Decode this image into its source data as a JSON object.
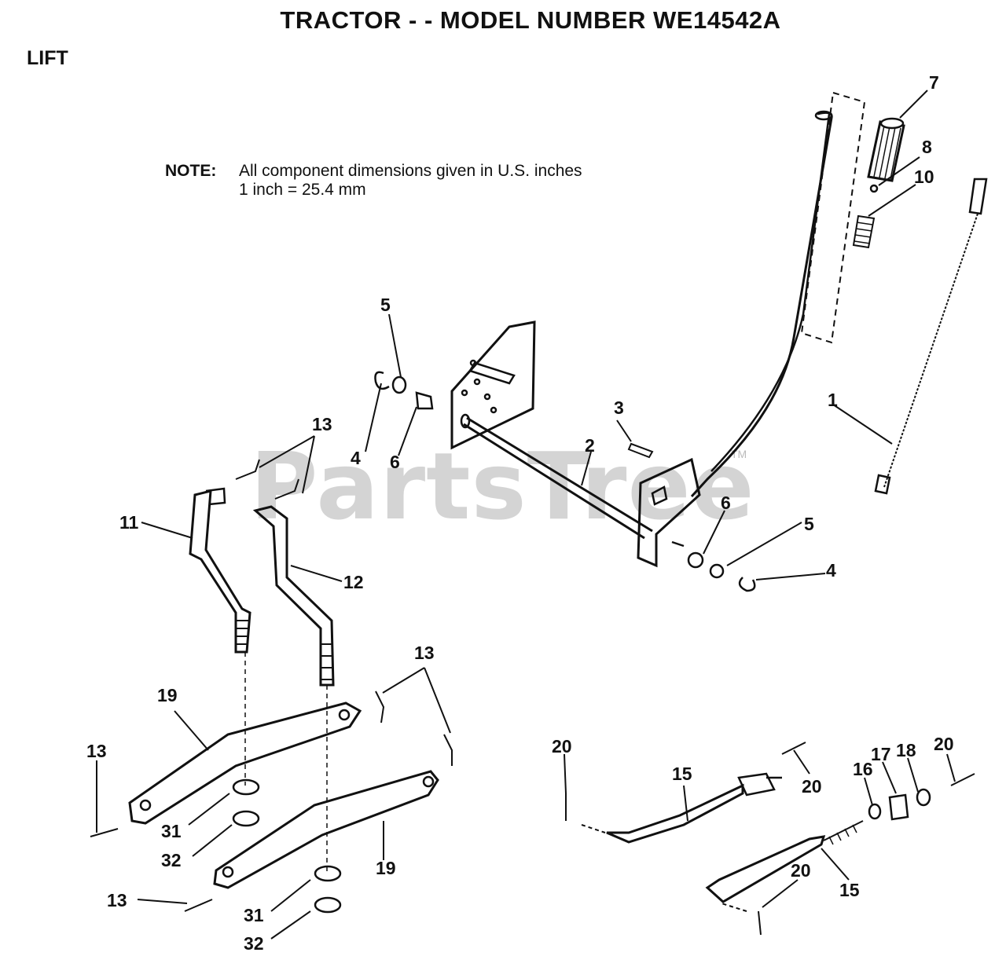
{
  "title": "TRACTOR - - MODEL NUMBER WE14542A",
  "section": "LIFT",
  "note": {
    "label": "NOTE:",
    "line1": "All component dimensions given in U.S. inches",
    "line2": "1 inch = 25.4 mm"
  },
  "watermark": {
    "text": "PartsTree",
    "tm": "TM"
  },
  "callouts": [
    "7",
    "8",
    "10",
    "5",
    "4",
    "6",
    "3",
    "2",
    "1",
    "13",
    "11",
    "12",
    "6",
    "5",
    "4",
    "13",
    "19",
    "13",
    "31",
    "32",
    "19",
    "13",
    "31",
    "32",
    "20",
    "15",
    "20",
    "16",
    "17",
    "18",
    "20",
    "20",
    "15"
  ]
}
